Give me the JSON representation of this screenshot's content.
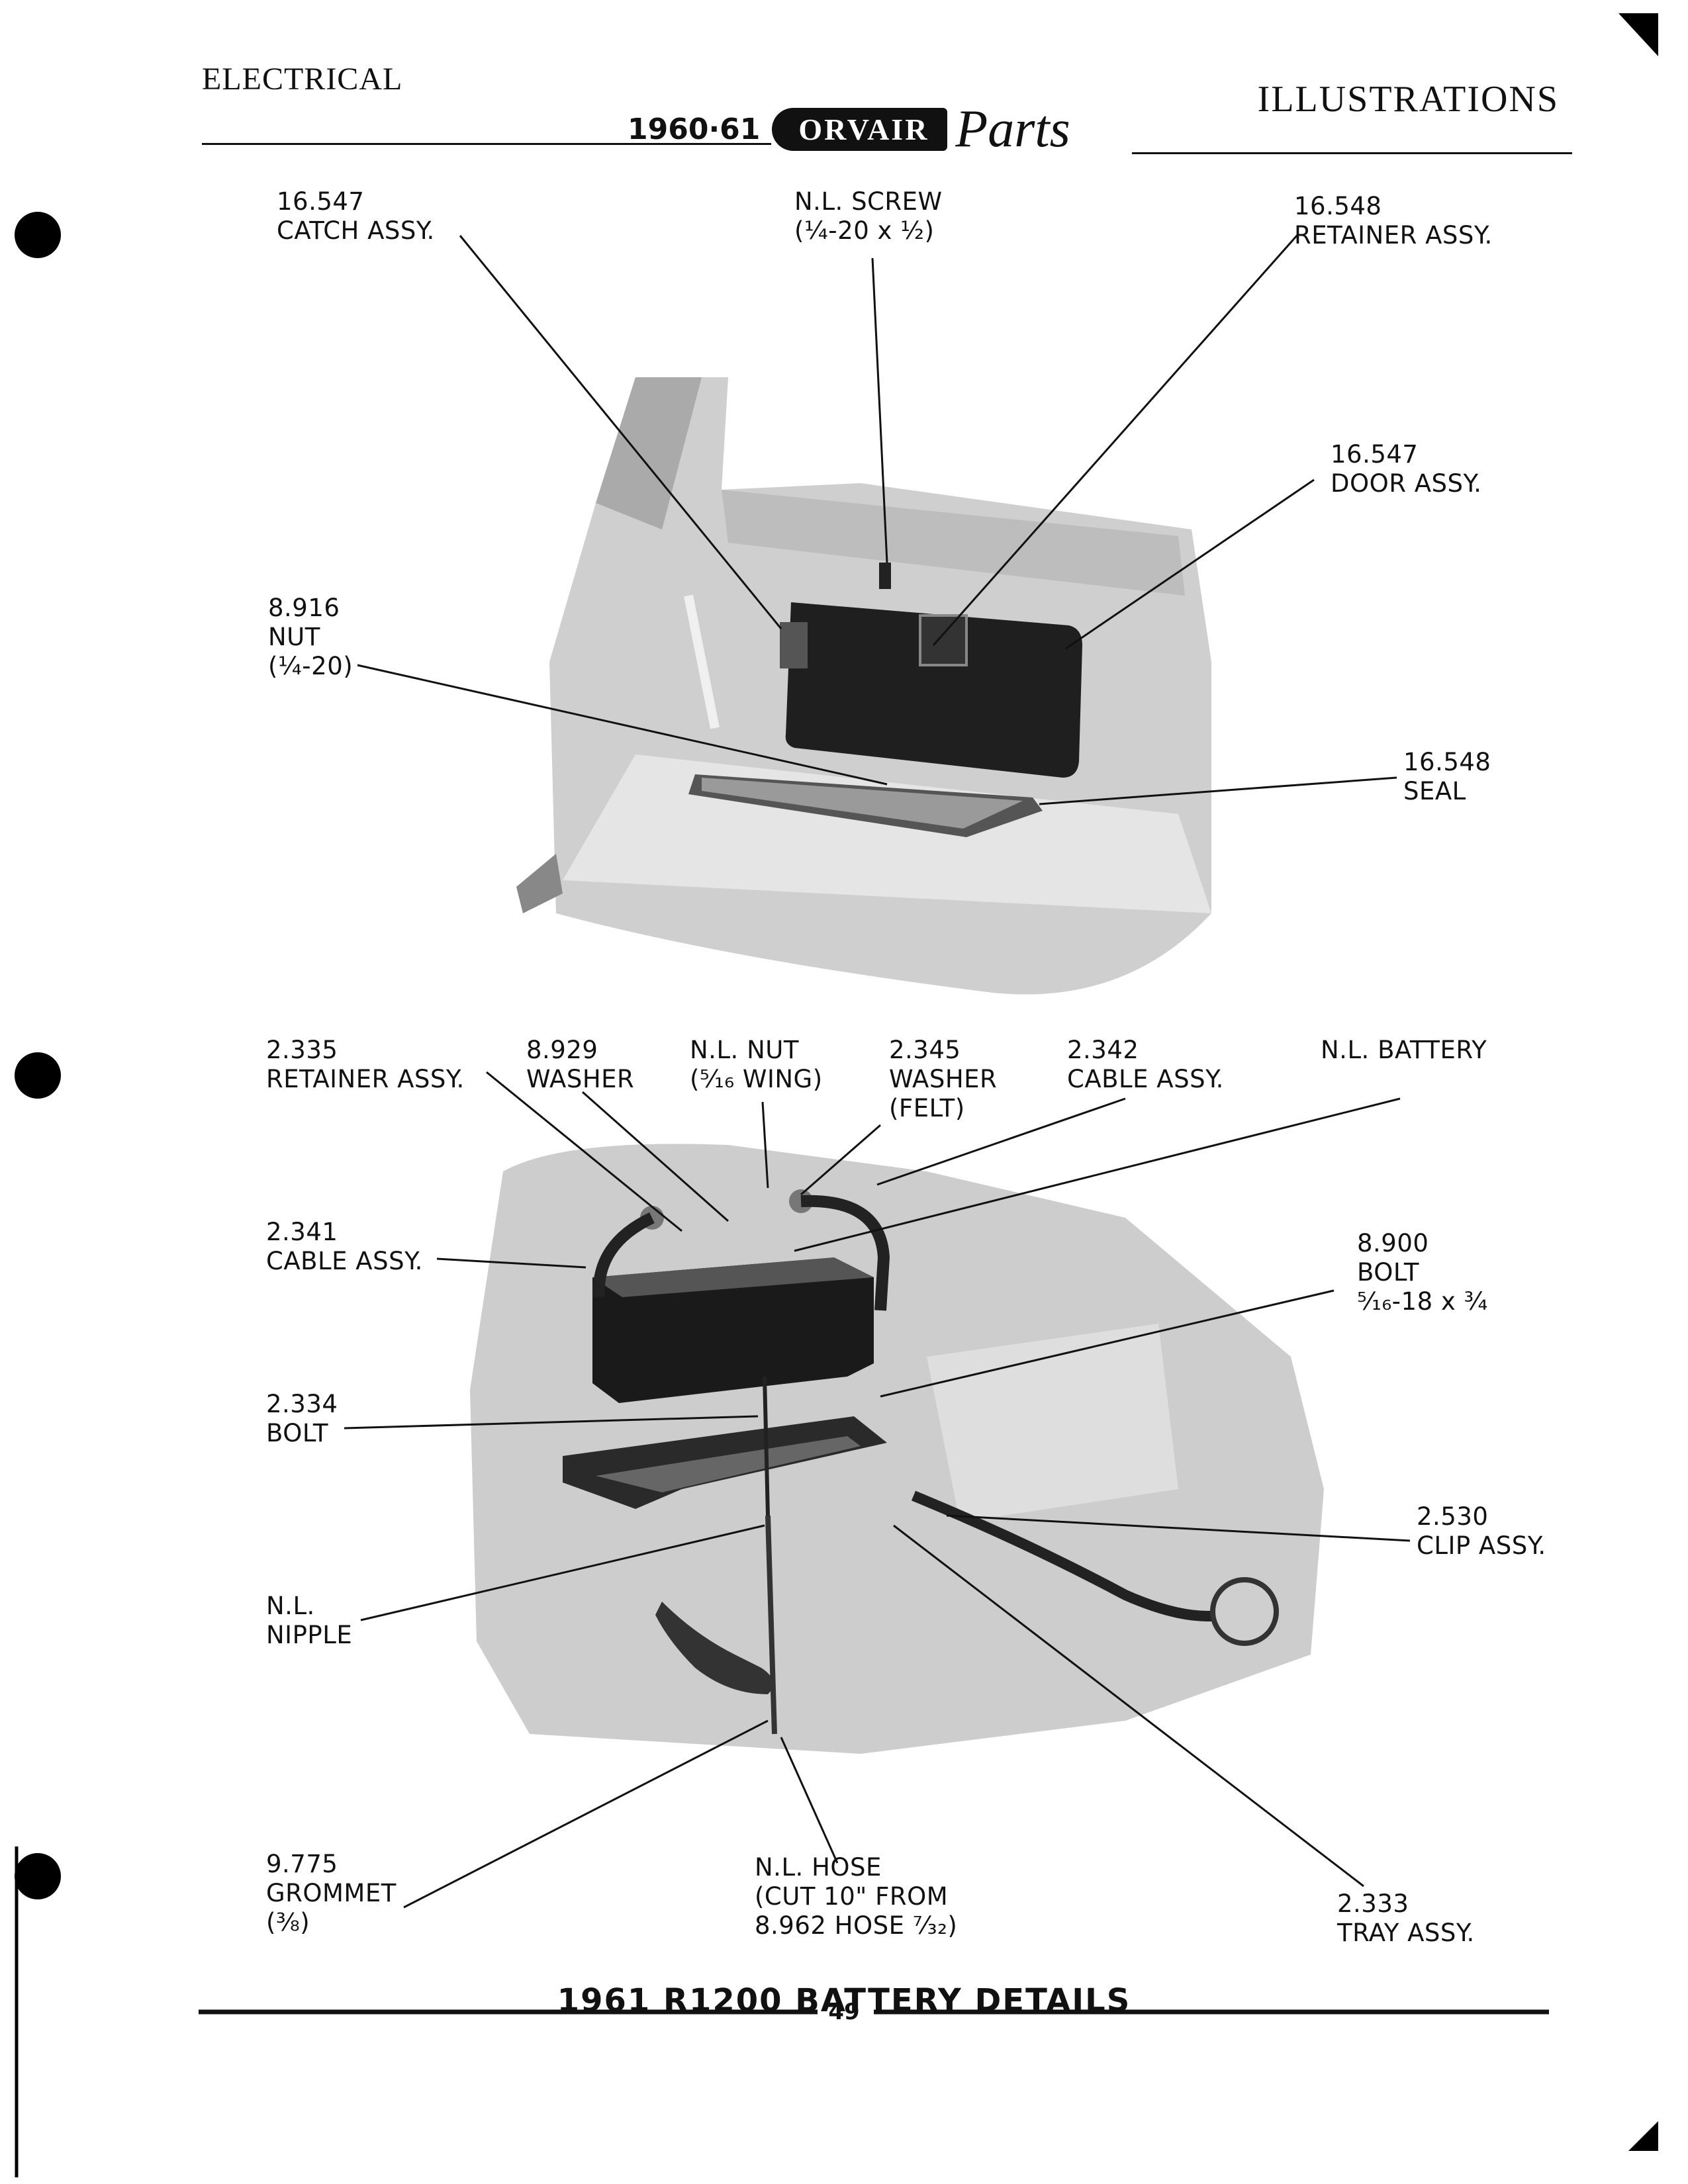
{
  "header": {
    "section": "ELECTRICAL",
    "years": "1960·61",
    "brand": "ORVAIR",
    "brand_script": "Parts",
    "category": "ILLUSTRATIONS"
  },
  "top_figure": {
    "labels": [
      {
        "id": "l1",
        "lines": "16.547\nCATCH ASSY."
      },
      {
        "id": "l2",
        "lines": "N.L. SCREW\n(¼-20 x ½)"
      },
      {
        "id": "l3",
        "lines": "16.548\nRETAINER ASSY."
      },
      {
        "id": "l4",
        "lines": "16.547\nDOOR ASSY."
      },
      {
        "id": "l5",
        "lines": "8.916\nNUT\n(¼-20)"
      },
      {
        "id": "l6",
        "lines": "16.548\nSEAL"
      }
    ]
  },
  "bottom_figure": {
    "labels": [
      {
        "id": "b1",
        "lines": "2.335\nRETAINER ASSY."
      },
      {
        "id": "b2",
        "lines": "8.929\nWASHER"
      },
      {
        "id": "b3",
        "lines": "N.L. NUT\n(⁵⁄₁₆ WING)"
      },
      {
        "id": "b4",
        "lines": "2.345\nWASHER\n(FELT)"
      },
      {
        "id": "b5",
        "lines": "2.342\nCABLE ASSY."
      },
      {
        "id": "b6",
        "lines": "N.L. BATTERY"
      },
      {
        "id": "b7",
        "lines": "2.341\nCABLE ASSY."
      },
      {
        "id": "b8",
        "lines": "8.900\nBOLT\n⁵⁄₁₆-18 x ¾"
      },
      {
        "id": "b9",
        "lines": "2.334\nBOLT"
      },
      {
        "id": "b10",
        "lines": "2.530\nCLIP ASSY."
      },
      {
        "id": "b11",
        "lines": "N.L.\nNIPPLE"
      },
      {
        "id": "b12",
        "lines": "9.775\nGROMMET\n(⅜)"
      },
      {
        "id": "b13",
        "lines": "N.L. HOSE\n(CUT 10\" FROM\n8.962 HOSE ⁷⁄₃₂)"
      },
      {
        "id": "b14",
        "lines": "2.333\nTRAY ASSY."
      }
    ]
  },
  "caption": "1961  R1200  BATTERY DETAILS",
  "page_number": "49"
}
